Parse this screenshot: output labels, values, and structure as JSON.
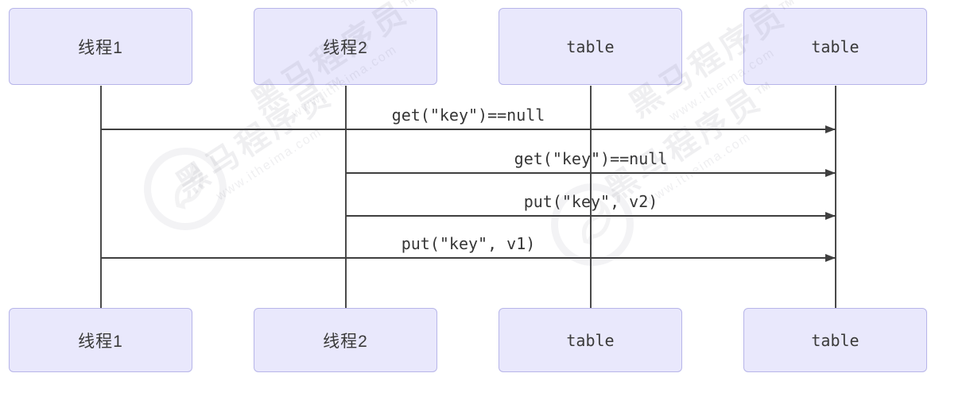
{
  "diagram": {
    "actors": [
      {
        "label": "线程1"
      },
      {
        "label": "线程2"
      },
      {
        "label": "table"
      },
      {
        "label": "table"
      }
    ],
    "messages": [
      {
        "label": "get(\"key\")==null",
        "from": 0,
        "to": 3
      },
      {
        "label": "get(\"key\")==null",
        "from": 1,
        "to": 3
      },
      {
        "label": "put(\"key\", v2)",
        "from": 1,
        "to": 3
      },
      {
        "label": "put(\"key\", v1)",
        "from": 0,
        "to": 3
      }
    ]
  },
  "watermark": {
    "brand": "黑马程序员",
    "tm": "TM",
    "url": "www.itheima.com"
  },
  "colors": {
    "actor_fill": "#e9e8fc",
    "actor_border": "#b7b5e9",
    "line": "#3f3f3f",
    "text": "#3a3a3a",
    "watermark": "rgba(80,80,105,0.09)"
  }
}
